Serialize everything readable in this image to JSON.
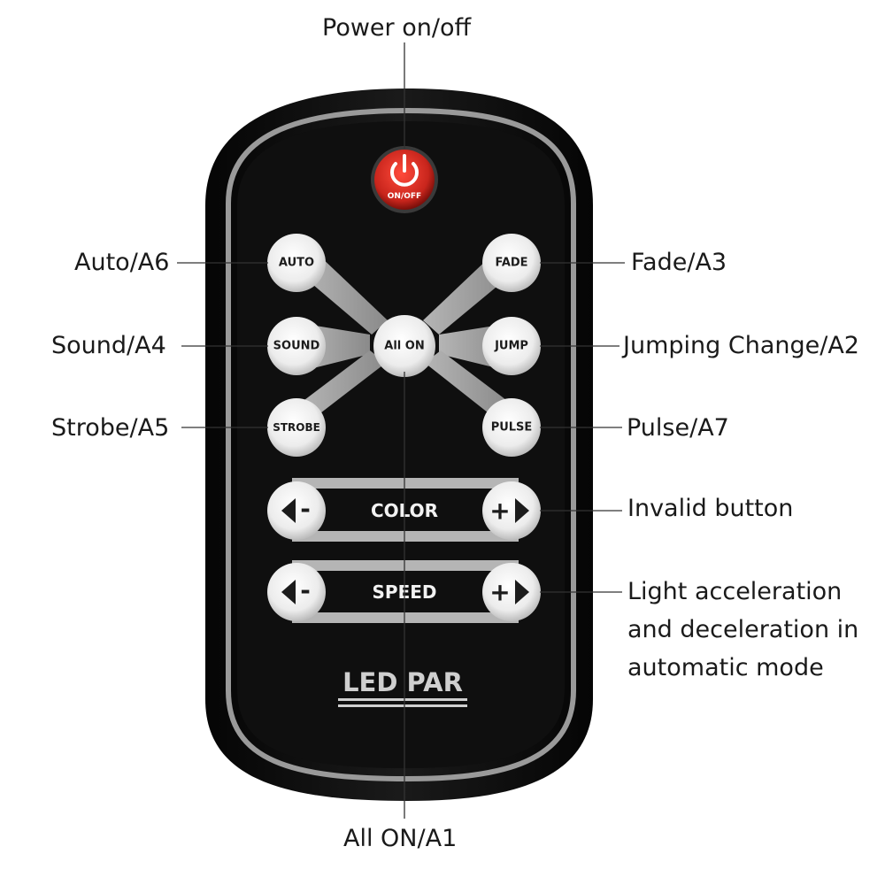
{
  "callouts": {
    "power": "Power on/off",
    "auto": "Auto/A6",
    "sound": "Sound/A4",
    "strobe": "Strobe/A5",
    "fade": "Fade/A3",
    "jump": "Jumping Change/A2",
    "pulse": "Pulse/A7",
    "color": "Invalid button",
    "speed": [
      "Light acceleration",
      "and deceleration in",
      "automatic mode"
    ],
    "all_on": "All  ON/A1"
  },
  "remote": {
    "power_label": "ON/OFF",
    "buttons": {
      "auto": "AUTO",
      "sound": "SOUND",
      "strobe": "STROBE",
      "fade": "FADE",
      "jump": "JUMP",
      "pulse": "PULSE",
      "all_on": "All ON"
    },
    "color_bar": {
      "label": "COLOR",
      "minus": "-",
      "plus": "+"
    },
    "speed_bar": {
      "label": "SPEED",
      "minus": "-",
      "plus": "+"
    },
    "brand": "LED PAR"
  },
  "colors": {
    "body": "#0f0f0f",
    "trim": "#9a9a9a",
    "button": "#ececec",
    "power": "#c8251c",
    "text": "#1a1a1a"
  },
  "icons": [
    "power-icon",
    "left-arrow-icon",
    "right-arrow-icon"
  ]
}
